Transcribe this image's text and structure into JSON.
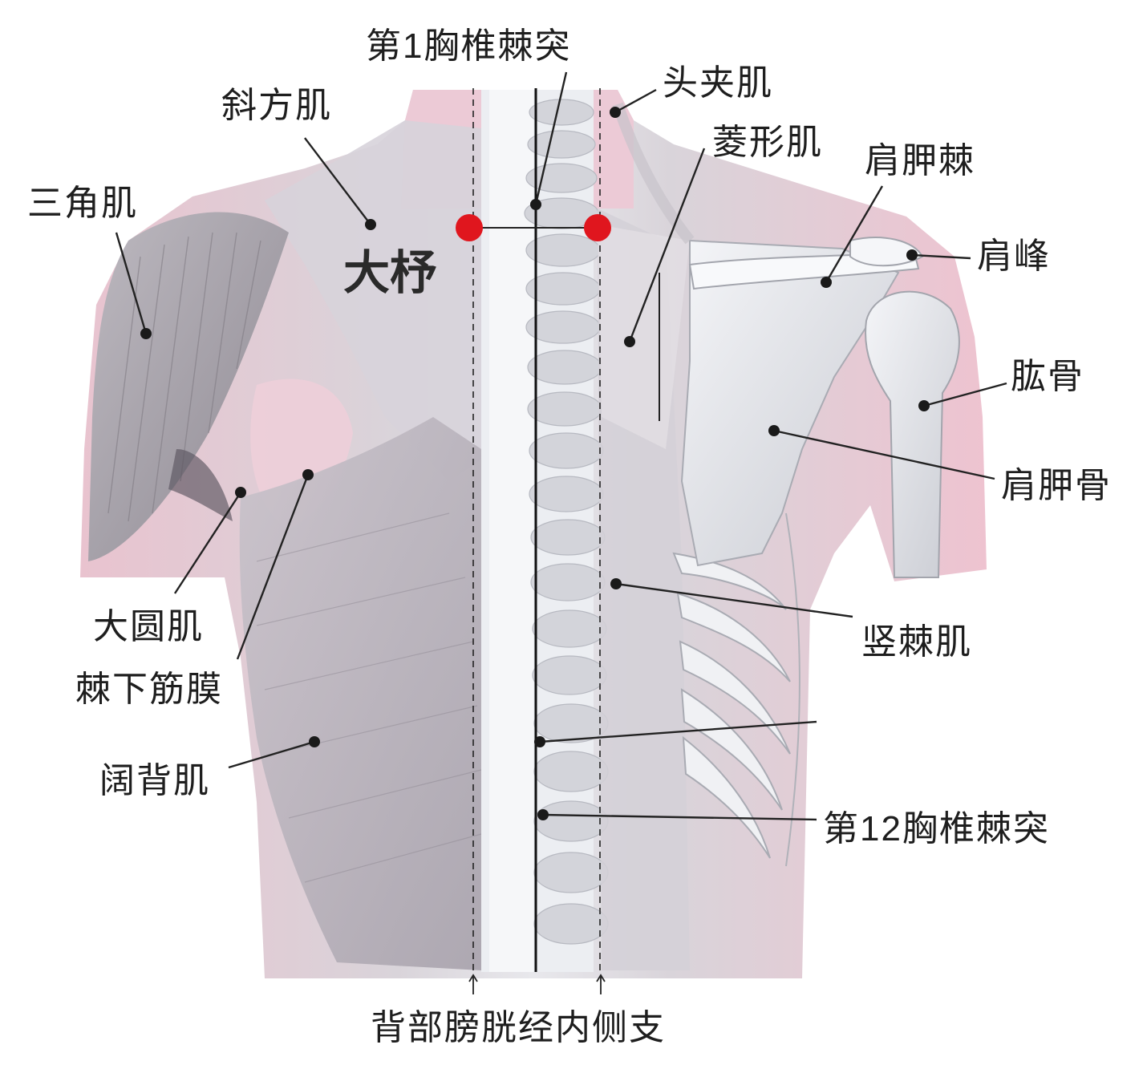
{
  "labels": {
    "t1_spinous": "第1胸椎棘突",
    "trapezius": "斜方肌",
    "splenius": "头夹肌",
    "rhomboid": "菱形肌",
    "deltoid": "三角肌",
    "scapular_spine": "肩胛棘",
    "acromion": "肩峰",
    "humerus": "肱骨",
    "scapula": "肩胛骨",
    "teres_major": "大圆肌",
    "infraspinous_fascia": "棘下筋膜",
    "erector_spinae": "竖棘肌",
    "latissimus": "阔背肌",
    "t12_spinous": "第12胸椎棘突",
    "bladder_meridian": "背部膀胱经内侧支"
  },
  "acupoint": {
    "name": "大杼",
    "color": "#e0161e"
  },
  "colors": {
    "skin_pink": "#f2c9d6",
    "muscle_grey": "#cfcdd3",
    "bone": "#e9eaee"
  }
}
